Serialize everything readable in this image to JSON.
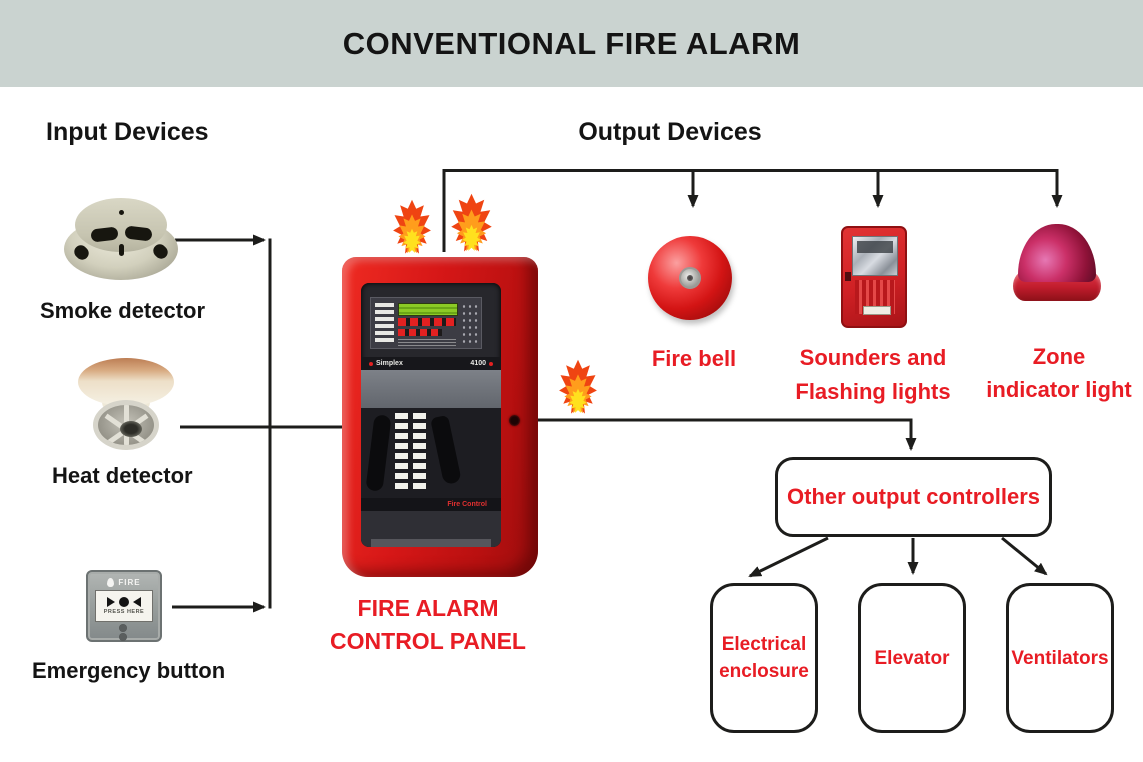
{
  "header": {
    "title": "CONVENTIONAL FIRE ALARM"
  },
  "sections": {
    "input_heading": "Input Devices",
    "output_heading": "Output Devices"
  },
  "input_devices": {
    "smoke": {
      "label": "Smoke detector"
    },
    "heat": {
      "label": "Heat detector"
    },
    "emergency": {
      "label": "Emergency button",
      "device_text_top": "FIRE",
      "device_text_bottom": "PRESS HERE"
    }
  },
  "control_panel": {
    "label_line1": "FIRE ALARM",
    "label_line2": "CONTROL PANEL",
    "brand": "Simplex",
    "model": "4100",
    "door_text": "Fire Control"
  },
  "output_devices": {
    "fire_bell": {
      "label": "Fire bell"
    },
    "sounders": {
      "label_line1": "Sounders and",
      "label_line2": "Flashing lights"
    },
    "zone_light": {
      "label_line1": "Zone",
      "label_line2": "indicator light"
    }
  },
  "controllers": {
    "parent": "Other output controllers",
    "children": [
      {
        "lines": [
          "Electrical",
          "enclosure"
        ]
      },
      {
        "lines": [
          "Elevator"
        ]
      },
      {
        "lines": [
          "Ventilators"
        ]
      }
    ]
  },
  "colors": {
    "accent_red": "#e81c24",
    "header_bg": "#cad3d0",
    "line": "#1d1d1b"
  }
}
